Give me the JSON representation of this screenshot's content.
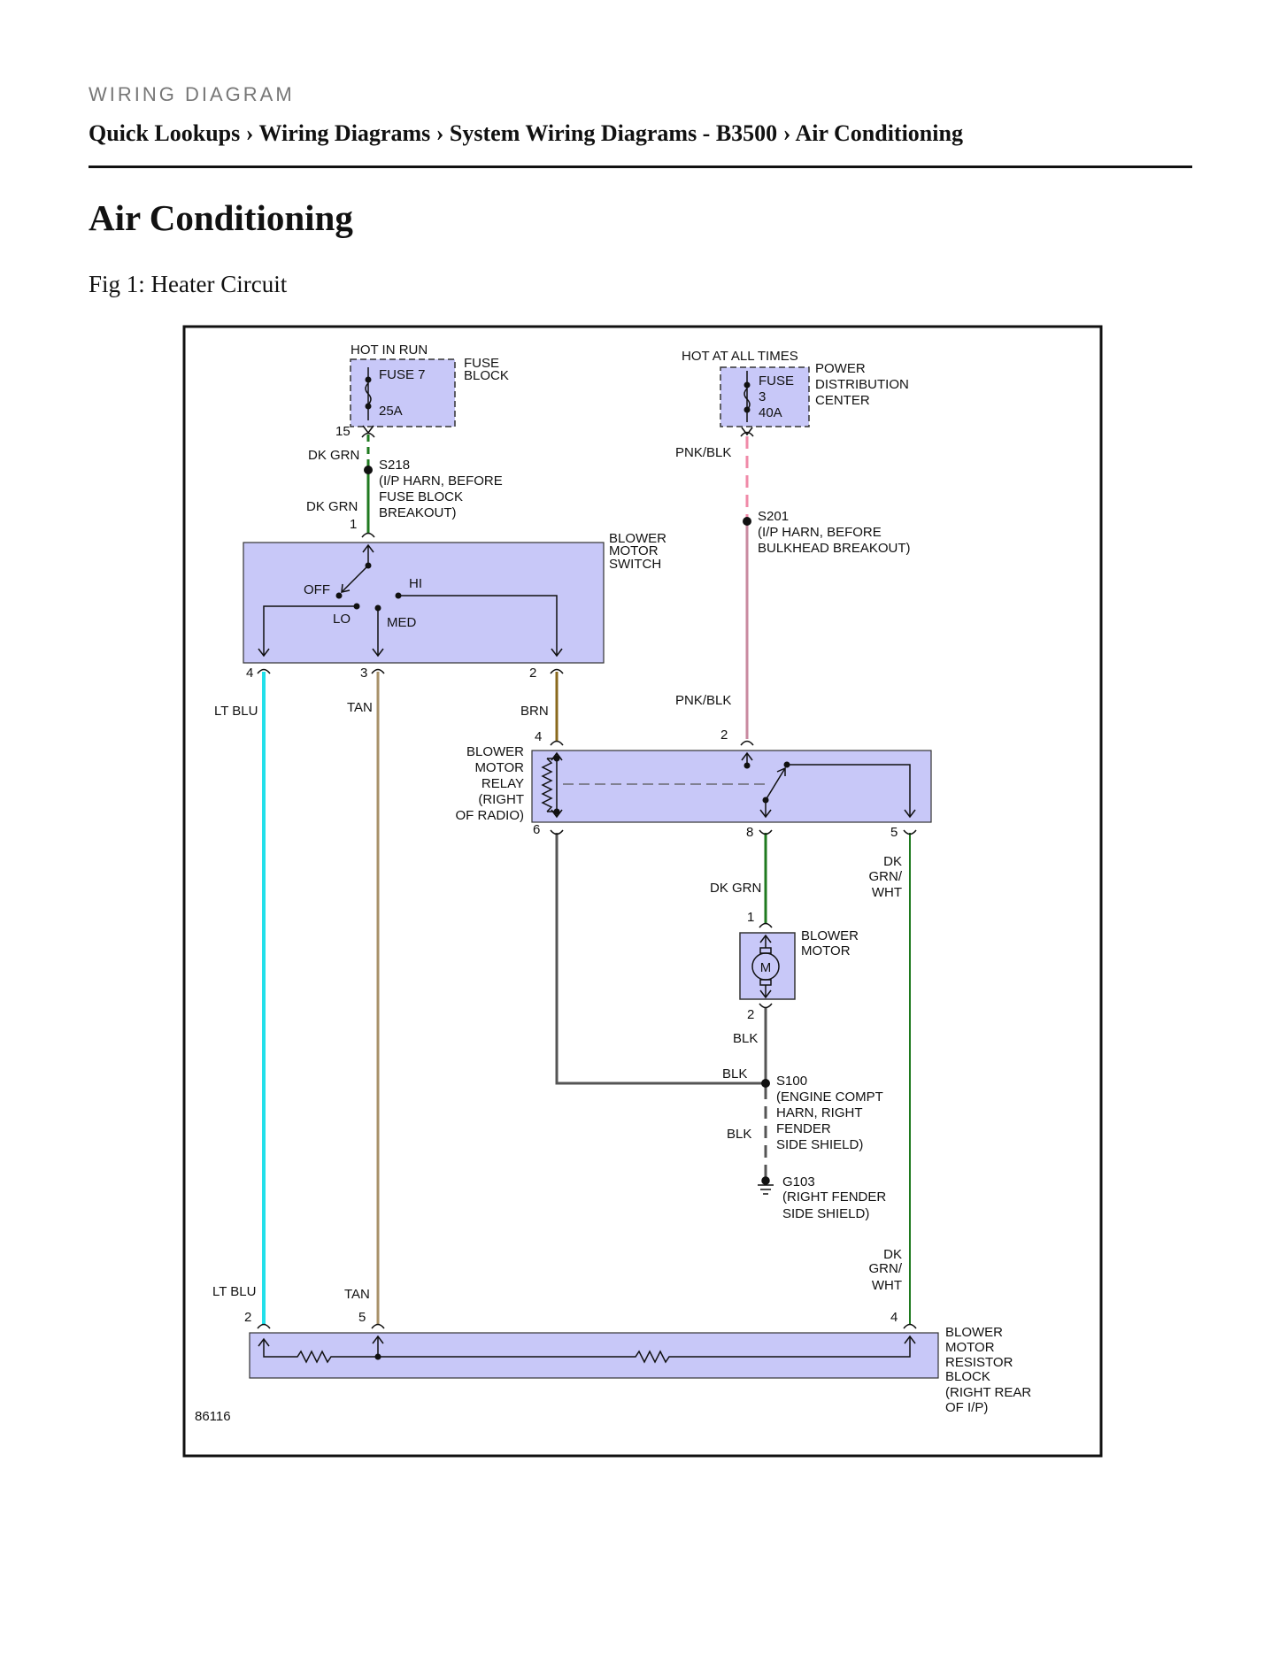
{
  "header": {
    "section_label": "WIRING DIAGRAM",
    "breadcrumb": [
      "Quick Lookups",
      "Wiring Diagrams",
      "System Wiring Diagrams - B3500",
      "Air Conditioning"
    ],
    "separator": "›"
  },
  "page_title": "Air Conditioning",
  "figure_caption": "Fig 1: Heater Circuit",
  "diagram": {
    "figure_id": "86116",
    "colors": {
      "component_fill": "#c8c8f8",
      "wire_lt_blu": "#22e0ea",
      "wire_tan": "#a8926a",
      "wire_brn": "#8a6a1e",
      "wire_dk_grn": "#1f7a1f",
      "wire_pnk_blk": "#f08aa8",
      "wire_pnk": "#c98aa0",
      "wire_blk": "#555555"
    },
    "labels": {
      "hot_in_run": "HOT IN RUN",
      "fuse7": "FUSE 7",
      "fuse7_rating": "25A",
      "fuse_block_1": "FUSE",
      "fuse_block_2": "BLOCK",
      "hot_all_times": "HOT AT ALL TIMES",
      "fuse3_1": "FUSE",
      "fuse3_2": "3",
      "fuse3_rating": "40A",
      "pdc_1": "POWER",
      "pdc_2": "DISTRIBUTION",
      "pdc_3": "CENTER",
      "pin_15": "15",
      "dk_grn_1": "DK GRN",
      "s218": "S218",
      "s218_d1": "(I/P HARN, BEFORE",
      "s218_d2": "FUSE BLOCK",
      "s218_d3": "BREAKOUT)",
      "dk_grn_2": "DK GRN",
      "pnk_blk_1": "PNK/BLK",
      "s201": "S201",
      "s201_d1": "(I/P HARN, BEFORE",
      "s201_d2": "BULKHEAD BREAKOUT)",
      "pin_1_sw": "1",
      "bms_1": "BLOWER",
      "bms_2": "MOTOR",
      "bms_3": "SWITCH",
      "off": "OFF",
      "hi": "HI",
      "lo": "LO",
      "med": "MED",
      "pin_4_sw": "4",
      "pin_3_sw": "3",
      "pin_2_sw": "2",
      "lt_blu_1": "LT BLU",
      "tan_1": "TAN",
      "brn": "BRN",
      "pnk_blk_2": "PNK/BLK",
      "pin_4_relay": "4",
      "pin_2_relay": "2",
      "relay_1": "BLOWER",
      "relay_2": "MOTOR",
      "relay_3": "RELAY",
      "relay_4": "(RIGHT",
      "relay_5": "OF RADIO)",
      "pin_6": "6",
      "pin_8": "8",
      "pin_5_relay": "5",
      "dk_grn_wht_a1": "DK",
      "dk_grn_wht_a2": "GRN/",
      "dk_grn_wht_a3": "WHT",
      "dk_grn_3": "DK GRN",
      "pin_1_motor": "1",
      "motor_1": "BLOWER",
      "motor_2": "MOTOR",
      "motor_symbol": "M",
      "pin_2_motor": "2",
      "blk_1": "BLK",
      "blk_2": "BLK",
      "s100": "S100",
      "s100_d1": "(ENGINE COMPT",
      "s100_d2": "HARN, RIGHT",
      "s100_d3": "FENDER",
      "s100_d4": "SIDE SHIELD)",
      "blk_3": "BLK",
      "g103": "G103",
      "g103_d1": "(RIGHT FENDER",
      "g103_d2": "SIDE SHIELD)",
      "dk_grn_wht_b1": "DK",
      "dk_grn_wht_b2": "GRN/",
      "dk_grn_wht_b3": "WHT",
      "lt_blu_2": "LT BLU",
      "tan_2": "TAN",
      "pin_2_res": "2",
      "pin_5_res": "5",
      "pin_4_res": "4",
      "res_1": "BLOWER",
      "res_2": "MOTOR",
      "res_3": "RESISTOR",
      "res_4": "BLOCK",
      "res_5": "(RIGHT REAR",
      "res_6": "OF I/P)"
    }
  }
}
